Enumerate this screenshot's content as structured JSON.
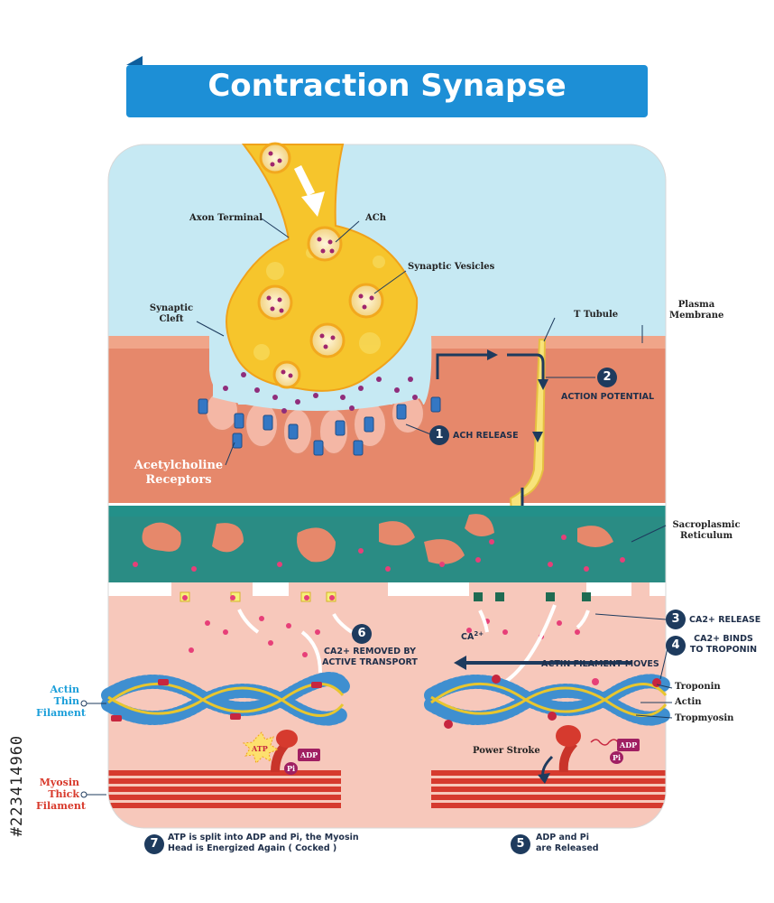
{
  "title": "Contraction Synapse",
  "labels": {
    "axon_terminal": "Axon Terminal",
    "ach": "ACh",
    "synaptic_vesicles": "Synaptic Vesicles",
    "synaptic_cleft_1": "Synaptic",
    "synaptic_cleft_2": "Cleft",
    "t_tubule": "T Tubule",
    "plasma_membrane_1": "Plasma",
    "plasma_membrane_2": "Membrane",
    "acetylcholine_receptors_1": "Acetylcholine",
    "acetylcholine_receptors_2": "Receptors",
    "sarcoplasmic_reticulum_1": "Sacroplasmic",
    "sarcoplasmic_reticulum_2": "Reticulum",
    "troponin": "Troponin",
    "actin": "Actin",
    "tropomyosin": "Tropmyosin",
    "power_stroke": "Power Stroke",
    "actin_filament_moves": "ACTIN FILAMENT  MOVES",
    "ca_ion": "CA",
    "ca_sup": "2+",
    "atp": "ATP",
    "adp": "ADP",
    "pi": "Pi"
  },
  "side_labels": {
    "actin_thin": [
      "Actin",
      "Thin",
      "Filament"
    ],
    "myosin_thick": [
      "Myosin",
      "Thick",
      "Filament"
    ]
  },
  "steps": [
    {
      "num": "1",
      "lines": [
        "ACH RELEASE"
      ]
    },
    {
      "num": "2",
      "lines": [
        "ACTION POTENTIAL"
      ]
    },
    {
      "num": "3",
      "lines": [
        "CA2+ RELEASE"
      ]
    },
    {
      "num": "4",
      "lines": [
        "CA2+ BINDS",
        "TO TROPONIN"
      ]
    },
    {
      "num": "5",
      "lines": [
        "ADP and Pi",
        "are Released"
      ]
    },
    {
      "num": "6",
      "lines": [
        "CA2+ REMOVED BY",
        "ACTIVE TRANSPORT"
      ]
    },
    {
      "num": "7",
      "lines": [
        "ATP is split into ADP and Pi, the Myosin",
        "Head is Energized Again ( Cocked )"
      ]
    }
  ],
  "watermark": "#223414960",
  "colors": {
    "banner": "#1d8fd6",
    "sky": "#c6e9f3",
    "muscle": "#e6886b",
    "reticulum": "#2a8c84",
    "cytoplasm": "#f7c8bb",
    "axon": "#f6c52c",
    "actin_blue": "#3f8fd0",
    "myosin": "#d63a2e",
    "actin_label": "#1a9ed9",
    "myosin_label": "#d8392b"
  }
}
